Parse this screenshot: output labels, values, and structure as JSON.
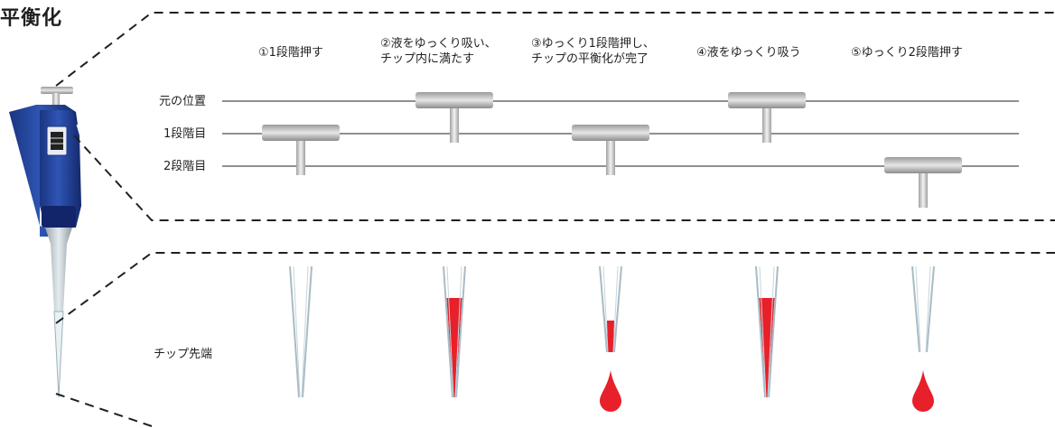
{
  "title": "平衡化",
  "levels": {
    "original": "元の位置",
    "stop1": "1段階目",
    "stop2": "2段階目"
  },
  "steps": [
    {
      "lines": [
        "①1段階押す"
      ],
      "plunger": "stop1",
      "liquid": "none",
      "drop": false
    },
    {
      "lines": [
        "②液をゆっくり吸い、",
        "チップ内に満たす"
      ],
      "plunger": "original",
      "liquid": "full",
      "drop": false
    },
    {
      "lines": [
        "③ゆっくり1段階押し、",
        "チップの平衡化が完了"
      ],
      "plunger": "stop1",
      "liquid": "small",
      "drop": true
    },
    {
      "lines": [
        "④液をゆっくり吸う"
      ],
      "plunger": "original",
      "liquid": "full",
      "drop": false
    },
    {
      "lines": [
        "⑤ゆっくり2段階押す"
      ],
      "plunger": "stop2",
      "liquid": "none",
      "drop": true
    }
  ],
  "tip_label": "チップ先端",
  "colors": {
    "liquid": "#e8202a",
    "pipette_blue": "#1f3d8f",
    "pipette_dark": "#152a66",
    "dash": "#231f20",
    "tip": "#a9bcc6"
  }
}
